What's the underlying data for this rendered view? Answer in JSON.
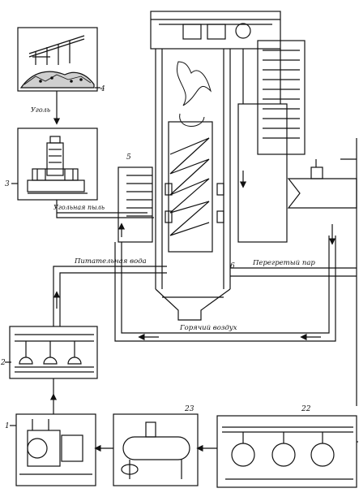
{
  "labels": {
    "coal": "Уголь",
    "coal_dust": "Угольная пыль",
    "feed_water": "Питательная вода",
    "superheated_steam": "Перегретый пар",
    "hot_air": "Горячий воздух"
  },
  "numbers": {
    "n1": "1",
    "n2": "2",
    "n3": "3",
    "n4": "4",
    "n5": "5",
    "n6": "6",
    "n22": "22",
    "n23": "23"
  },
  "colors": {
    "ink": "#111111",
    "paper": "#ffffff"
  }
}
